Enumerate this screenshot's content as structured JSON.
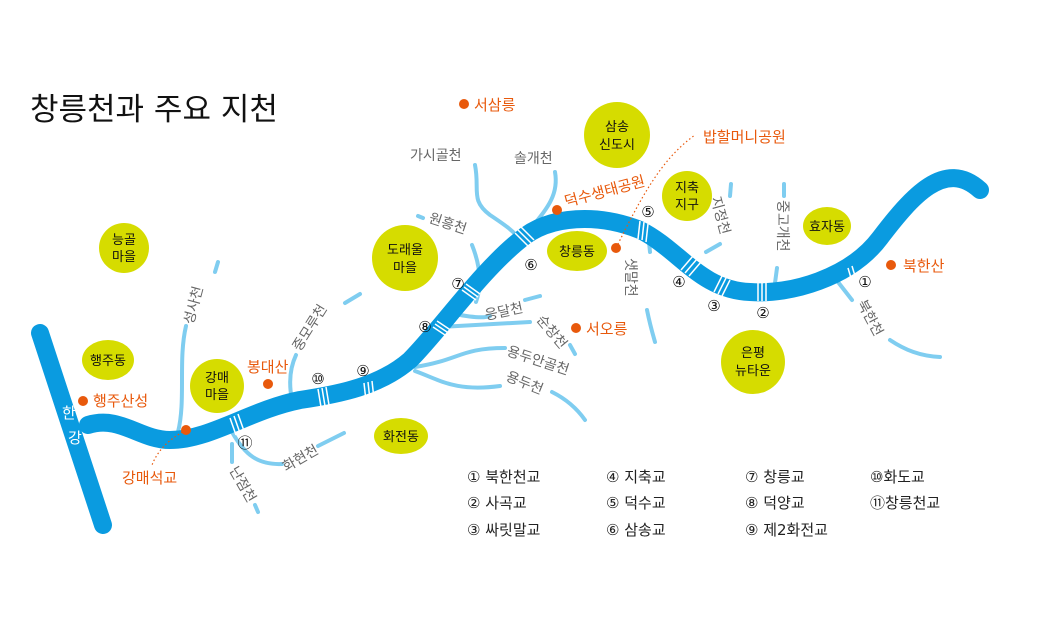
{
  "title": "창릉천과 주요 지천",
  "villages": {
    "samsong": [
      "삼송",
      "신도시"
    ],
    "jichuk": [
      "지축",
      "지구"
    ],
    "changneung_dong": "창릉동",
    "doraeul": [
      "도래울",
      "마을"
    ],
    "neunggol": [
      "능골",
      "마을"
    ],
    "haengju_dong": "행주동",
    "gangmae": [
      "강매",
      "마을"
    ],
    "hwajeon_dong": "화전동",
    "hyoja_dong": "효자동",
    "eunpyeong": [
      "은평",
      "뉴타운"
    ]
  },
  "landmarks": {
    "seosamneung": "서삼릉",
    "deoksu_park": "덕수생태공원",
    "bapgrandma_park": "밥할머니공원",
    "seooreung": "서오릉",
    "bukhansan": "북한산",
    "bongdaesan": "봉대산",
    "haengjusanseong": "행주산성",
    "gangmae_bridge": "강매석교"
  },
  "streams": {
    "gasigol": "가시골천",
    "solgae": "솔개천",
    "wonheung": "원흥천",
    "eungdal": "응달천",
    "sunchang": "순창천",
    "yongduangol": "용두안골천",
    "yongdu": "용두천",
    "saetmal": "샛말천",
    "jijeong": "지정천",
    "junggogae": "중고개천",
    "bukhan": "북한천",
    "seongsa": "성사천",
    "jungmoru": "중모루천",
    "hwahyeon": "화현천",
    "nanjeom": "난점천",
    "hangang_1": "한",
    "hangang_2": "강"
  },
  "bridge_numbers": [
    "①",
    "②",
    "③",
    "④",
    "⑤",
    "⑥",
    "⑦",
    "⑧",
    "⑨",
    "⑩",
    "⑪"
  ],
  "legend": [
    "① 북한천교",
    "② 사곡교",
    "③ 싸릿말교",
    "④ 지축교",
    "⑤ 덕수교",
    "⑥ 삼송교",
    "⑦ 창릉교",
    "⑧ 덕양교",
    "⑨ 제2화전교",
    "⑩화도교",
    "⑪창릉천교"
  ],
  "colors": {
    "river": "#0a9be0",
    "stream": "#7fcdf0",
    "village": "#d6dc00",
    "landmark": "#e8590c"
  }
}
